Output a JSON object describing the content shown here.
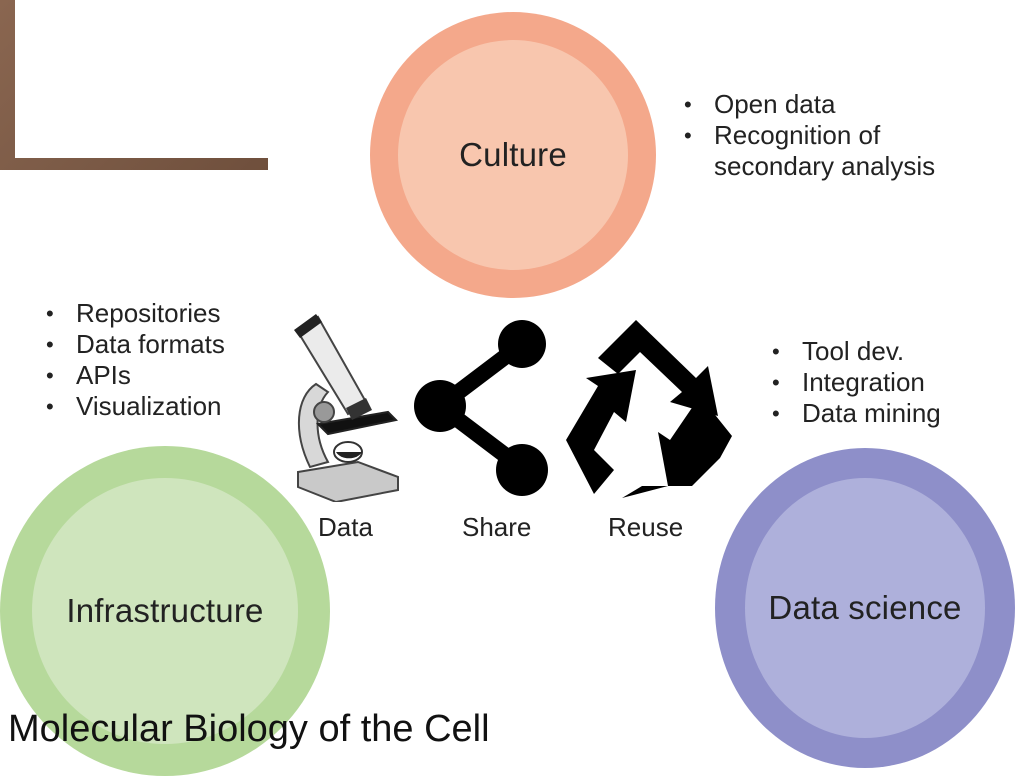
{
  "circles": {
    "culture": "Culture",
    "infrastructure": "Infrastructure",
    "data_science": "Data science"
  },
  "bullets": {
    "culture": [
      "Open data",
      "Recognition of",
      "secondary analysis"
    ],
    "infrastructure": [
      "Repositories",
      "Data formats",
      "APIs",
      "Visualization"
    ],
    "data_science": [
      "Tool dev.",
      "Integration",
      "Data mining"
    ]
  },
  "flow": {
    "data": "Data",
    "share": "Share",
    "reuse": "Reuse"
  },
  "caption": "Molecular Biology of the Cell",
  "icons": [
    "microscope-icon",
    "share-icon",
    "recycle-icon"
  ],
  "colors": {
    "culture_outer": "#f4a88b",
    "culture_inner": "#f8c6ae",
    "infrastructure_outer": "#b6d99b",
    "infrastructure_inner": "#cfe5bd",
    "data_science_outer": "#8e8fc9",
    "data_science_inner": "#aeb0db"
  }
}
